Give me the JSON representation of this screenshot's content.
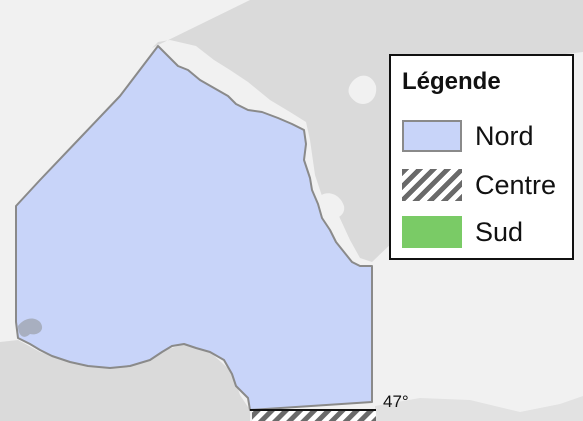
{
  "legend": {
    "title": "Légende",
    "items": [
      {
        "label": "Nord",
        "color": "#c8d4f9",
        "pattern": "solid"
      },
      {
        "label": "Centre",
        "color": "#6a6a6a",
        "pattern": "diagonal-hatch"
      },
      {
        "label": "Sud",
        "color": "#7acb66",
        "pattern": "solid"
      }
    ]
  },
  "latitude_label": "47°",
  "colors": {
    "background_land": "#f1f1f1",
    "water": "#d6d6d6",
    "region_nord_fill": "#c8d4f9",
    "region_nord_stroke": "#8a8a8a",
    "border_line": "#111111"
  }
}
